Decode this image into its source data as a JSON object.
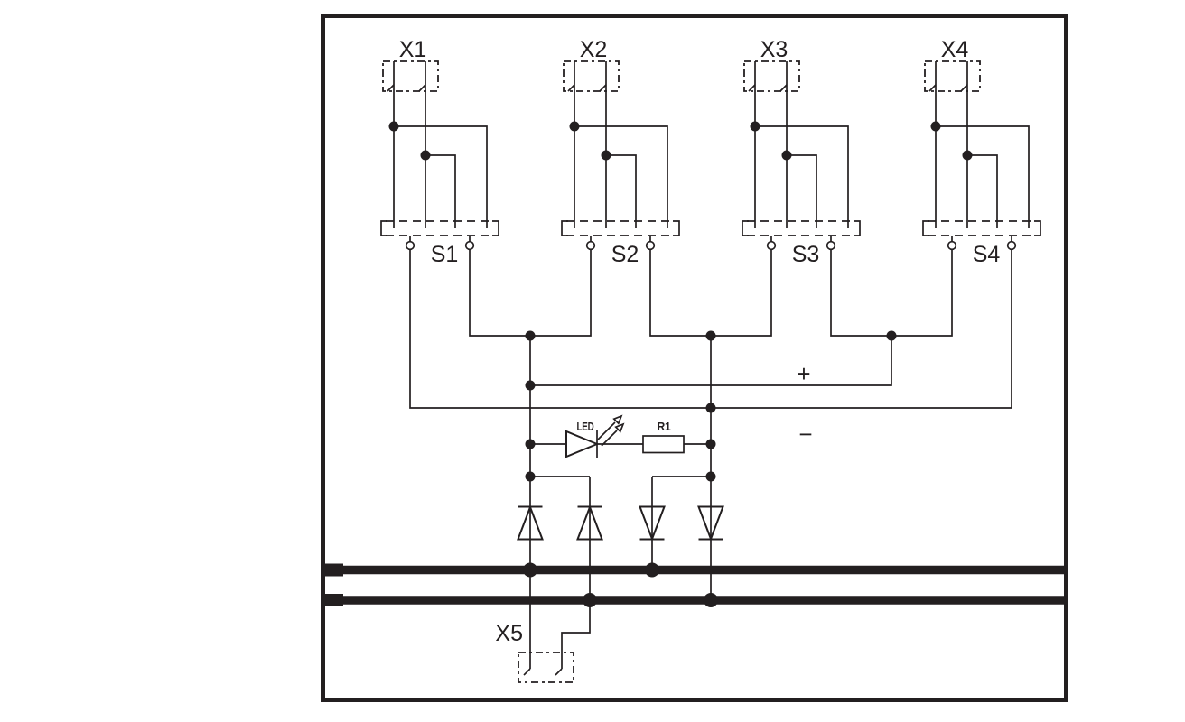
{
  "diagram": {
    "units": [
      {
        "connector": "X1",
        "switch": "S1"
      },
      {
        "connector": "X2",
        "switch": "S2"
      },
      {
        "connector": "X3",
        "switch": "S3"
      },
      {
        "connector": "X4",
        "switch": "S4"
      }
    ],
    "indicator": {
      "led_label": "LED",
      "resistor_label": "R1"
    },
    "polarity": {
      "positive": "+",
      "negative": "−"
    },
    "bottom_connector": {
      "label": "X5"
    },
    "colors": {
      "line": "#231f20",
      "background": "#ffffff"
    }
  }
}
